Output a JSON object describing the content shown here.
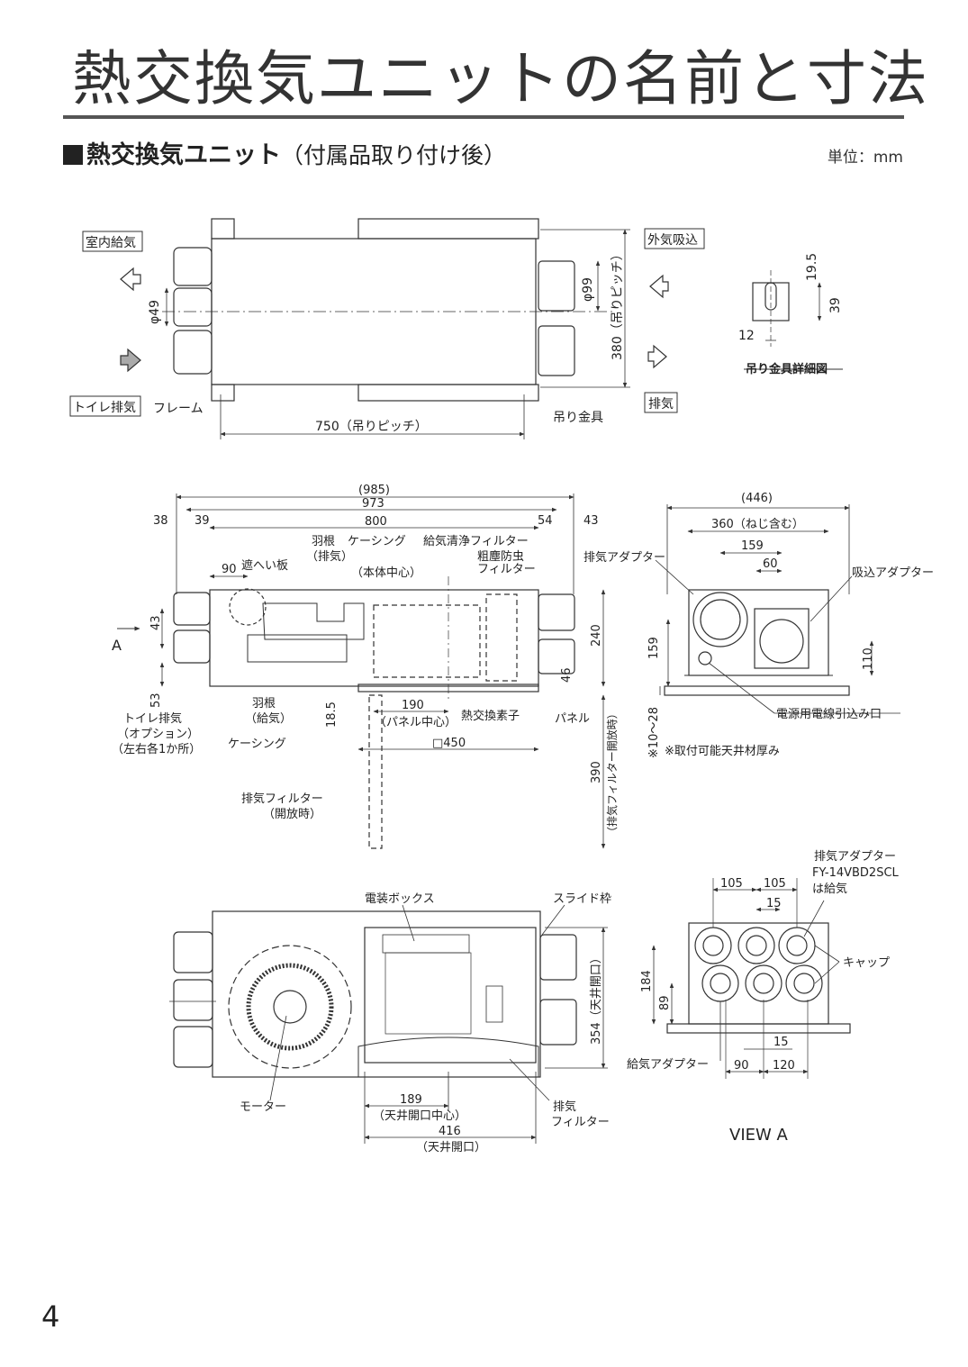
{
  "page": {
    "title": "熱交換気ユニットの名前と寸法",
    "section_title": "熱交換気ユニット",
    "section_subtitle": "（付属品取り付け後）",
    "unit_label": "単位：mm",
    "page_number": "4"
  },
  "top_view": {
    "tag_indoor_supply": "室内給気",
    "tag_toilet_exhaust": "トイレ排気",
    "tag_outdoor_intake": "外気吸込",
    "tag_exhaust": "排気",
    "frame": "フレーム",
    "hanger": "吊り金具",
    "dim_phi49": "φ49",
    "dim_phi99": "φ99",
    "dim_380": "380（吊りピッチ）",
    "dim_750": "750（吊りピッチ）",
    "detail_19_5": "19.5",
    "detail_39": "39",
    "detail_12": "12",
    "detail_caption": "吊り金具詳細図"
  },
  "side_view": {
    "dim_985": "(985)",
    "dim_973": "973",
    "dim_800": "800",
    "dim_38": "38",
    "dim_39": "39",
    "dim_54": "54",
    "dim_43_top": "43",
    "dim_90": "90",
    "dim_43": "43",
    "dim_53": "53",
    "dim_240": "240",
    "dim_46": "46",
    "dim_18_5": "18.5",
    "dim_190": "190",
    "panel_center": "（パネル中心）",
    "dim_450": "□450",
    "dim_390": "390",
    "filter_open_note": "（排気フィルター開放時）",
    "label_A": "A",
    "shield": "遮へい板",
    "fan_exhaust": "羽根",
    "fan_exhaust_sub": "（排気）",
    "casing_top": "ケーシング",
    "body_center": "（本体中心）",
    "supply_filter": "給気清浄フィルター",
    "coarse_filter_1": "粗塵防虫",
    "coarse_filter_2": "フィルター",
    "fan_supply": "羽根",
    "fan_supply_sub": "（給気）",
    "toilet_1": "トイレ排気",
    "toilet_2": "（オプション）",
    "toilet_3": "（左右各1か所）",
    "casing_bottom": "ケーシング",
    "heat_element": "熱交換素子",
    "panel": "パネル",
    "exhaust_filter_1": "排気フィルター",
    "exhaust_filter_2": "（開放時）"
  },
  "end_view": {
    "dim_446": "(446)",
    "dim_360": "360（ねじ含む）",
    "dim_159_top": "159",
    "dim_60": "60",
    "exhaust_adapter": "排気アダプター",
    "intake_adapter": "吸込アダプター",
    "dim_159_side": "159",
    "dim_110": "110",
    "dim_ceiling": "※10～28",
    "power_inlet": "電源用電線引込み口",
    "ceiling_note": "※取付可能天井材厚み"
  },
  "bottom_view": {
    "electrical_box": "電装ボックス",
    "slide_frame": "スライド枠",
    "dim_354": "354（天井開口）",
    "motor": "モーター",
    "dim_189": "189",
    "ceiling_center": "（天井開口中心）",
    "dim_416": "416",
    "ceiling_opening": "（天井開口）",
    "exhaust_filter_1": "排気",
    "exhaust_filter_2": "フィルター"
  },
  "view_a": {
    "adapter_note_1": "排気アダプター",
    "adapter_note_2": "FY-14VBD2SCL",
    "adapter_note_3": "は給気",
    "dim_105_a": "105",
    "dim_105_b": "105",
    "dim_15_top": "15",
    "cap": "キャップ",
    "dim_184": "184",
    "dim_89": "89",
    "dim_15_bottom": "15",
    "supply_adapter": "給気アダプター",
    "dim_90": "90",
    "dim_120": "120",
    "caption": "VIEW A"
  }
}
